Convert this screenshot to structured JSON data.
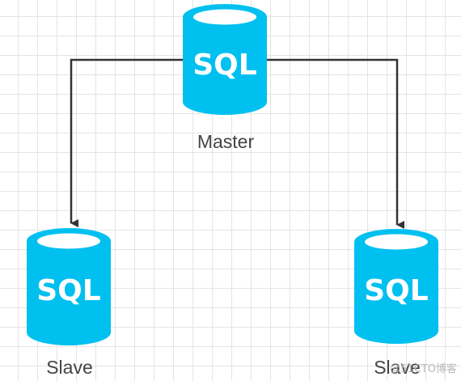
{
  "colors": {
    "database_fill": "#00c0f0",
    "database_top": "#ffffff",
    "connector": "#333333",
    "grid": "#e4e4e4"
  },
  "nodes": {
    "master": {
      "icon_text": "SQL",
      "label": "Master",
      "icon": "database-icon"
    },
    "slave_left": {
      "icon_text": "SQL",
      "label": "Slave",
      "icon": "database-icon"
    },
    "slave_right": {
      "icon_text": "SQL",
      "label": "Slave",
      "icon": "database-icon"
    }
  },
  "watermark": "@51CTO博客"
}
